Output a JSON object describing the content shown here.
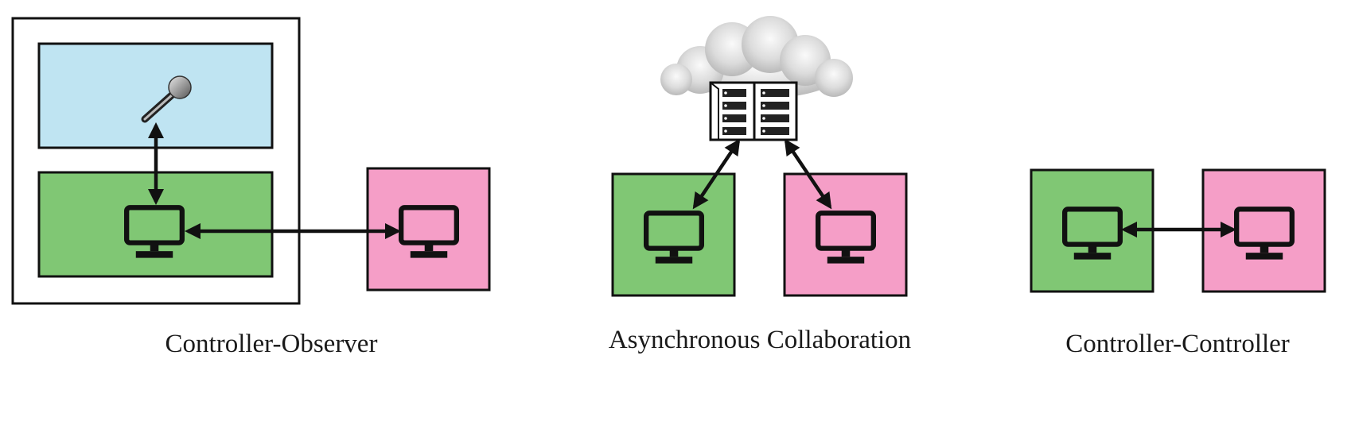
{
  "colors": {
    "controller": "#80c774",
    "observer": "#f59ec7",
    "stage": "#bfe4f2",
    "stroke": "#111111"
  },
  "icons": [
    "monitor-icon",
    "microphone-icon",
    "cloud-icon",
    "server-rack-icon",
    "double-arrow"
  ],
  "panels": [
    {
      "label": "Controller-Observer"
    },
    {
      "label": "Asynchronous Collaboration"
    },
    {
      "label": "Controller-Controller"
    }
  ]
}
